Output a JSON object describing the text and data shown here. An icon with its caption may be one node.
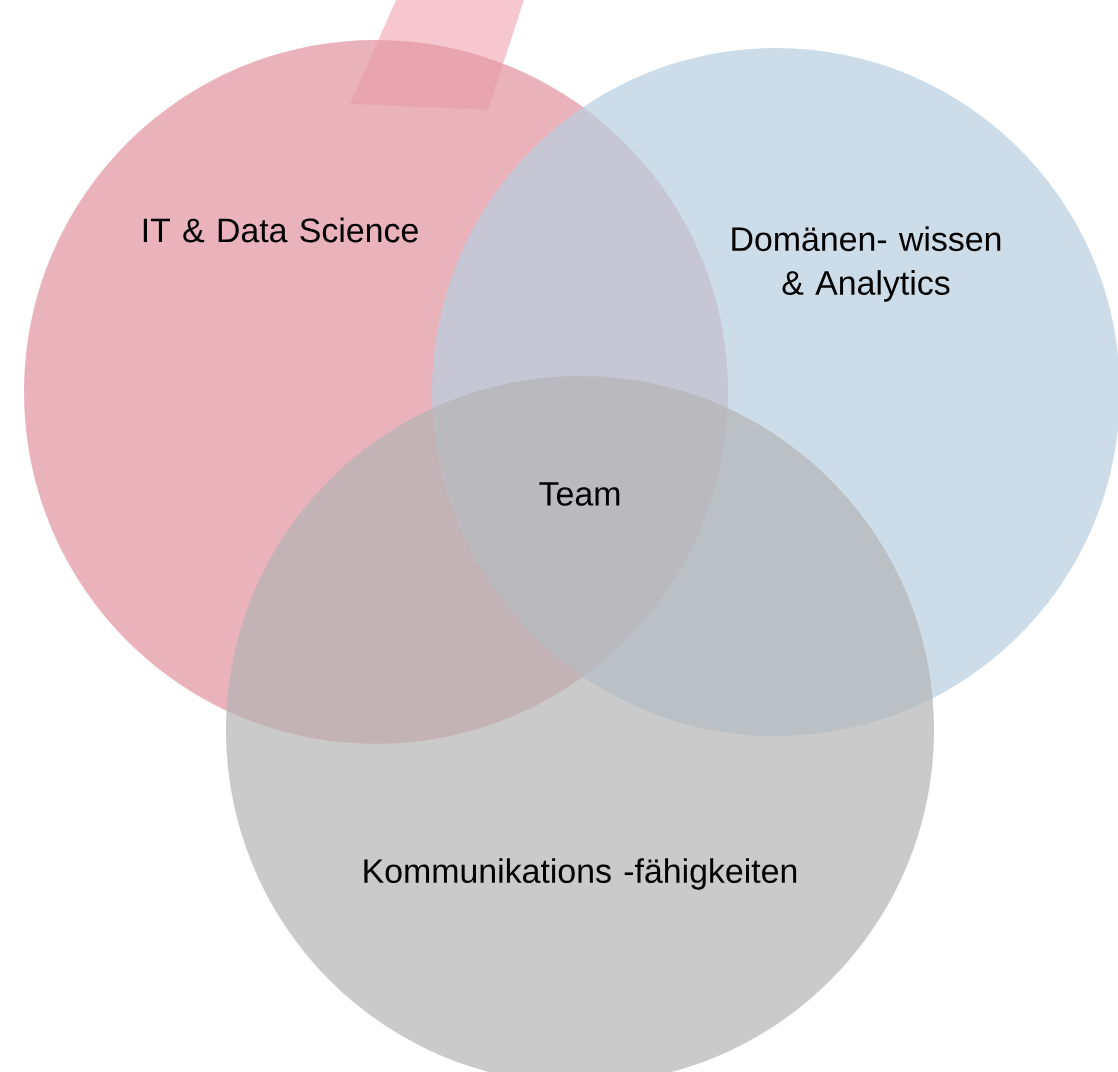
{
  "diagram": {
    "nodes": [
      {
        "text": [
          "IT & Data Science"
        ]
      },
      {
        "text": [
          "Domänen- wissen & Analytics"
        ]
      },
      {
        "text": [
          "Kommunikations -fähigkeiten"
        ]
      }
    ],
    "labels": [
      "Team"
    ]
  }
}
